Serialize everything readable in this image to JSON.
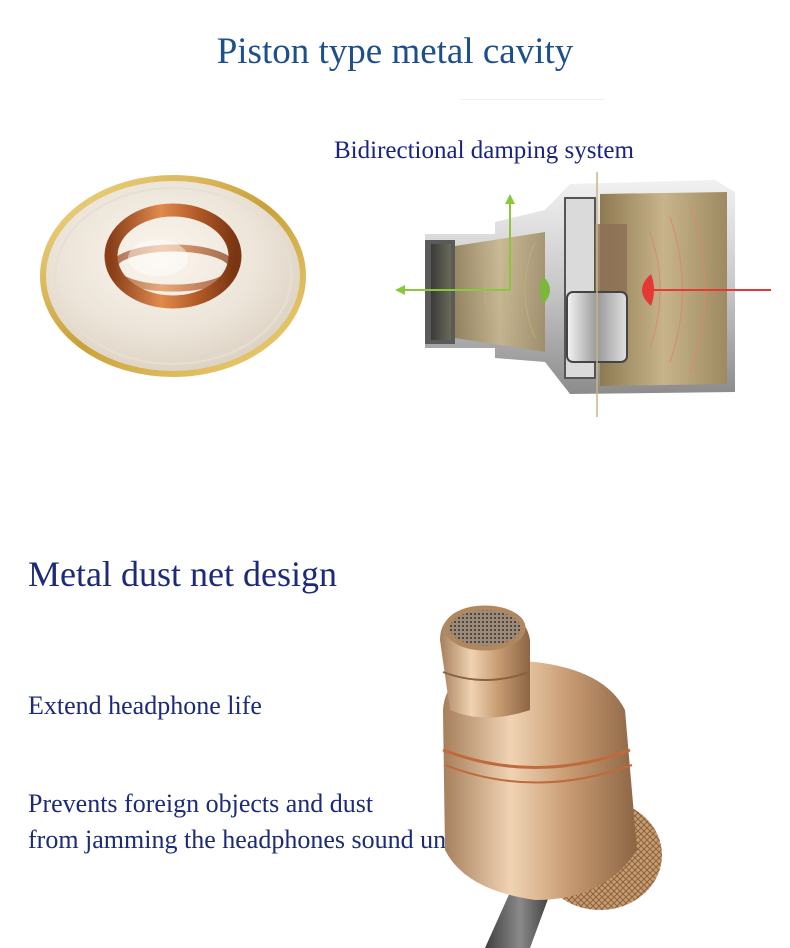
{
  "section1": {
    "title": "Piston type metal cavity",
    "annotation": "Bidirectional damping system"
  },
  "section2": {
    "title": "Metal dust net design",
    "feature1": "Extend headphone life",
    "feature2_line1": "Prevents foreign objects and dust",
    "feature2_line2": "from jamming the headphones sound unit"
  },
  "colors": {
    "title_blue": "#1d4f8c",
    "text_navy": "#1c2a78",
    "green_arrow": "#8cc63f",
    "red_arrow": "#e53935",
    "gold": "#d9b35a",
    "copper": "#b8642b"
  }
}
